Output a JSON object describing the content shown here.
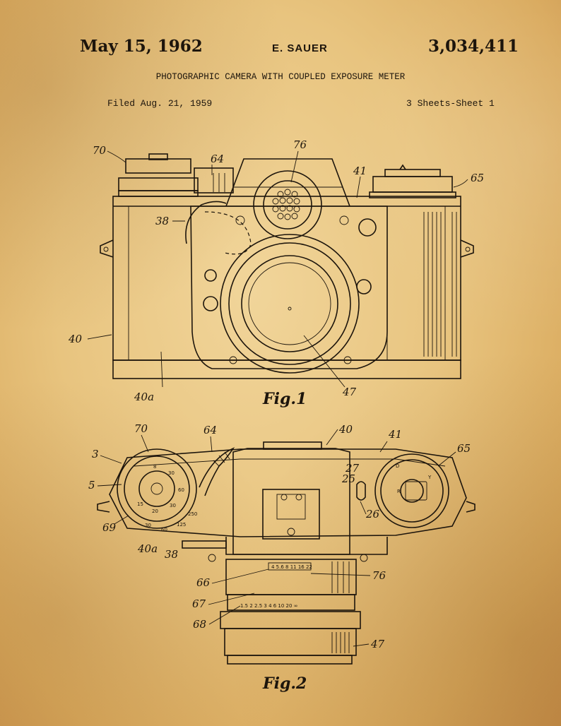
{
  "header": {
    "date": "May 15, 1962",
    "inventor": "E. SAUER",
    "patent_number": "3,034,411",
    "title": "PHOTOGRAPHIC CAMERA WITH COUPLED EXPOSURE METER",
    "filed": "Filed Aug. 21, 1959",
    "sheets": "3 Sheets-Sheet 1"
  },
  "figure1": {
    "caption": "Fig.1",
    "refs": {
      "r70": "70",
      "r64": "64",
      "r76": "76",
      "r41": "41",
      "r65": "65",
      "r38": "38",
      "r40": "40",
      "r40a": "40a",
      "r47": "47"
    }
  },
  "figure2": {
    "caption": "Fig.2",
    "refs": {
      "r70": "70",
      "r64": "64",
      "r40": "40",
      "r41": "41",
      "r65": "65",
      "r3": "3",
      "r5": "5",
      "r69": "69",
      "r40a": "40a",
      "r38": "38",
      "r27": "27",
      "r25": "25",
      "r26": "26",
      "r76": "76",
      "r66": "66",
      "r67": "67",
      "r68": "68",
      "r47": "47"
    }
  },
  "colors": {
    "paper": "#e8c47f",
    "ink": "#1d150c"
  }
}
